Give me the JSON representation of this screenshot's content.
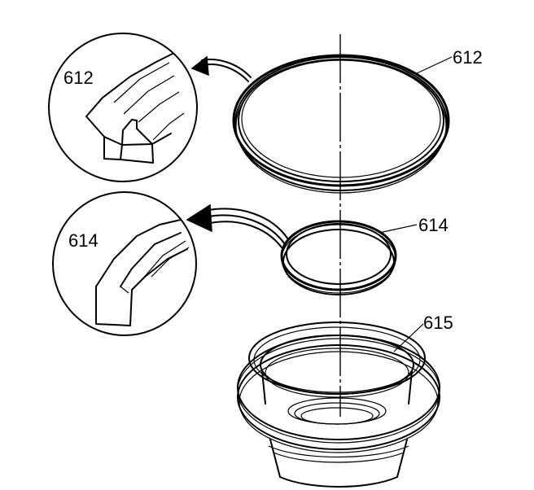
{
  "labels": {
    "detail_top": "612",
    "detail_bottom": "614",
    "part_large_seal": "612",
    "part_small_seal": "614",
    "part_housing": "615"
  }
}
